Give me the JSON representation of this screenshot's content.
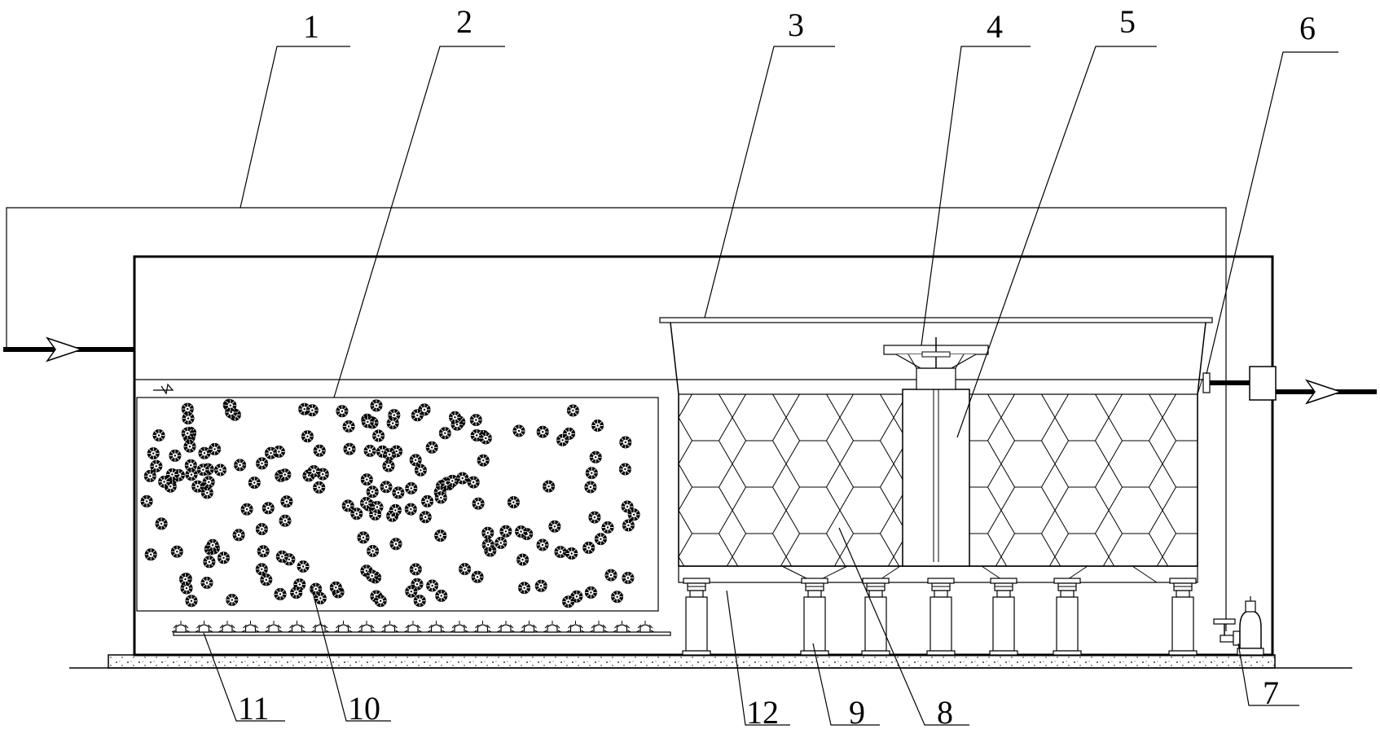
{
  "colors": {
    "line": "#000000",
    "background": "#ffffff",
    "fill": "#ffffff"
  },
  "callouts": [
    {
      "id": "1",
      "label": "1"
    },
    {
      "id": "2",
      "label": "2"
    },
    {
      "id": "3",
      "label": "3"
    },
    {
      "id": "4",
      "label": "4"
    },
    {
      "id": "5",
      "label": "5"
    },
    {
      "id": "6",
      "label": "6"
    },
    {
      "id": "7",
      "label": "7"
    },
    {
      "id": "8",
      "label": "8"
    },
    {
      "id": "9",
      "label": "9"
    },
    {
      "id": "10",
      "label": "10"
    },
    {
      "id": "11",
      "label": "11"
    },
    {
      "id": "12",
      "label": "12"
    }
  ],
  "components": {
    "flow_arrows": [
      "inlet-arrow-icon",
      "outlet-arrow-icon"
    ],
    "media_ball_icon": "media-ball-icon",
    "aerator_icon": "aerator-head-icon",
    "pump_icon": "submersible-pump-icon",
    "water_level_icon": "water-level-icon"
  }
}
